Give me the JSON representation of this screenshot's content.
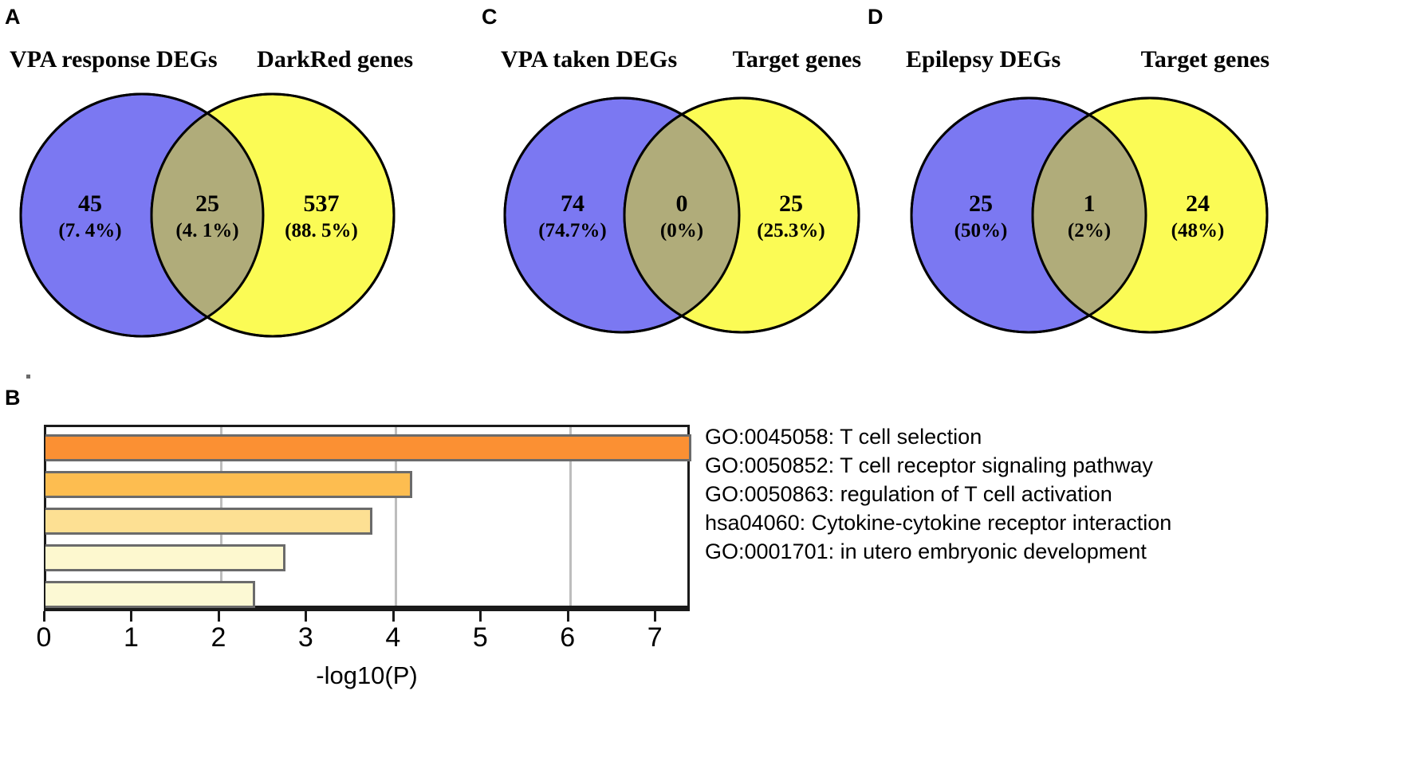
{
  "panels": {
    "a": {
      "letter": "A",
      "left_title": "VPA response DEGs",
      "right_title": "DarkRed genes",
      "left_count": "45",
      "left_pct": "(7. 4%)",
      "mid_count": "25",
      "mid_pct": "(4. 1%)",
      "right_count": "537",
      "right_pct": "(88. 5%)"
    },
    "c": {
      "letter": "C",
      "left_title": "VPA taken DEGs",
      "right_title": "Target genes",
      "left_count": "74",
      "left_pct": "(74.7%)",
      "mid_count": "0",
      "mid_pct": "(0%)",
      "right_count": "25",
      "right_pct": "(25.3%)"
    },
    "d": {
      "letter": "D",
      "left_title": "Epilepsy DEGs",
      "right_title": "Target genes",
      "left_count": "25",
      "left_pct": "(50%)",
      "mid_count": "1",
      "mid_pct": "(2%)",
      "right_count": "24",
      "right_pct": "(48%)"
    },
    "b": {
      "letter": "B"
    }
  },
  "colors": {
    "venn_left_fill": "#7b78f2",
    "venn_right_fill": "#fbfb55",
    "venn_overlap_fill": "#b0ac7a",
    "venn_stroke": "#000000",
    "bar_border": "#6b6b6b",
    "grid": "#bdbdbd",
    "axis": "#1a1a1a"
  },
  "chart_data": {
    "type": "bar",
    "orientation": "horizontal",
    "title": "",
    "xlabel": "-log10(P)",
    "ylabel": "",
    "xlim": [
      0,
      7.4
    ],
    "xticks": [
      "0",
      "1",
      "2",
      "3",
      "4",
      "5",
      "6",
      "7"
    ],
    "xtick_values": [
      0,
      1,
      2,
      3,
      4,
      5,
      6,
      7
    ],
    "gridlines_at": [
      2,
      4,
      6
    ],
    "grid": true,
    "legend_position": "right",
    "categories": [
      "GO:0045058: T cell selection",
      "GO:0050852: T cell receptor signaling pathway",
      "GO:0050863: regulation of T cell activation",
      "hsa04060: Cytokine-cytokine receptor interaction",
      "GO:0001701: in utero embryonic development"
    ],
    "values": [
      7.4,
      4.2,
      3.75,
      2.75,
      2.4
    ],
    "bar_colors": [
      "#fb9033",
      "#fdbd50",
      "#fde093",
      "#fdf8cf",
      "#fcf9d4"
    ]
  }
}
